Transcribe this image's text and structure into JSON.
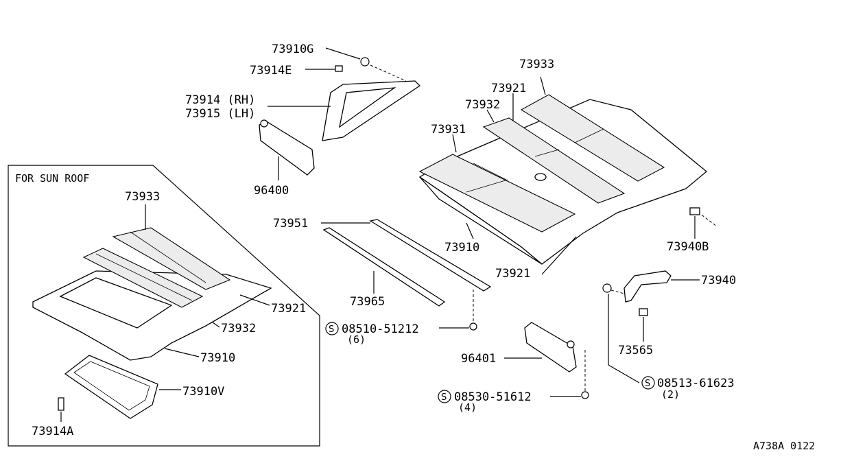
{
  "inset": {
    "title": "FOR SUN ROOF"
  },
  "part_labels": {
    "p73910G": "73910G",
    "p73914E": "73914E",
    "p73914RH": "73914 (RH)",
    "p73915LH": "73915 (LH)",
    "p96400": "96400",
    "p73933": "73933",
    "p73921_top": "73921",
    "p73932": "73932",
    "p73931": "73931",
    "p73951": "73951",
    "p73910": "73910",
    "p73921_bot": "73921",
    "p73940B": "73940B",
    "p73940": "73940",
    "p73965": "73965",
    "p73565": "73565",
    "p96401": "96401",
    "inset_73933": "73933",
    "inset_73921": "73921",
    "inset_73932": "73932",
    "inset_73910": "73910",
    "inset_73910V": "73910V",
    "inset_73914A": "73914A"
  },
  "fasteners": {
    "f1": {
      "symbol": "S",
      "number": "08510-51212",
      "qty": "(6)"
    },
    "f2": {
      "symbol": "S",
      "number": "08530-51612",
      "qty": "(4)"
    },
    "f3": {
      "symbol": "S",
      "number": "08513-61623",
      "qty": "(2)"
    }
  },
  "diagram_code": "A738A 0122"
}
